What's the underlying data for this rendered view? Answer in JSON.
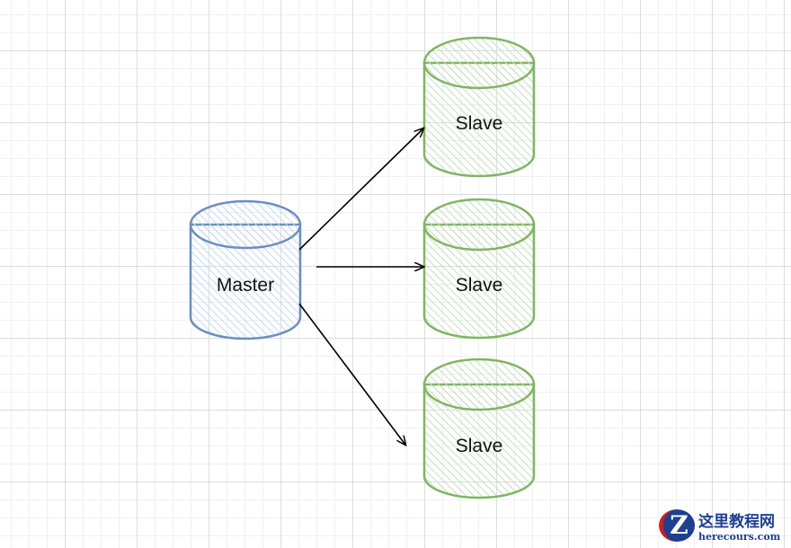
{
  "nodes": {
    "master": {
      "label": "Master",
      "color": "#6c8ebf",
      "fill": "#dae8fc"
    },
    "slaves": [
      {
        "label": "Slave"
      },
      {
        "label": "Slave"
      },
      {
        "label": "Slave"
      }
    ],
    "slave_color": "#82b366",
    "slave_fill": "#d5e8d4"
  },
  "watermark": {
    "title": "这里教程网",
    "url": "herecours.com",
    "logo_letter": "Z"
  }
}
